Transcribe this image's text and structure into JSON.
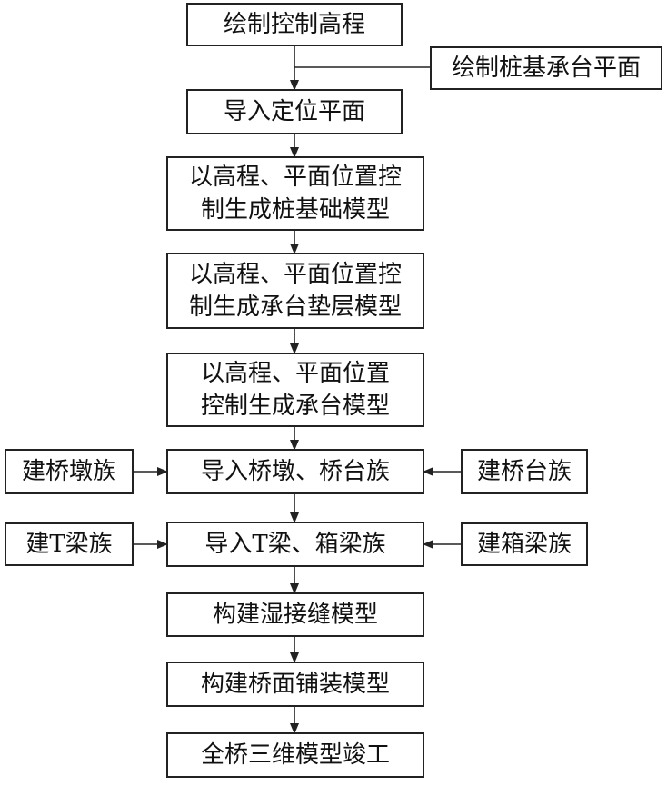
{
  "diagram": {
    "type": "flowchart",
    "colors": {
      "stroke": "#222222",
      "text": "#111111",
      "background": "#ffffff"
    },
    "nodes": [
      {
        "id": "n1",
        "lines": [
          "绘制控制高程"
        ]
      },
      {
        "id": "n2",
        "lines": [
          "绘制桩基承台平面"
        ]
      },
      {
        "id": "n3",
        "lines": [
          "导入定位平面"
        ]
      },
      {
        "id": "n4",
        "lines": [
          "以高程、平面位置控",
          "制生成桩基础模型"
        ]
      },
      {
        "id": "n5",
        "lines": [
          "以高程、平面位置控",
          "制生成承台垫层模型"
        ]
      },
      {
        "id": "n6",
        "lines": [
          "以高程、平面位置",
          "控制生成承台模型"
        ]
      },
      {
        "id": "n7",
        "lines": [
          "建桥墩族"
        ]
      },
      {
        "id": "n8",
        "lines": [
          "导入桥墩、桥台族"
        ]
      },
      {
        "id": "n9",
        "lines": [
          "建桥台族"
        ]
      },
      {
        "id": "n10",
        "lines": [
          "建T梁族"
        ]
      },
      {
        "id": "n11",
        "lines": [
          "导入T梁、箱梁族"
        ]
      },
      {
        "id": "n12",
        "lines": [
          "建箱梁族"
        ]
      },
      {
        "id": "n13",
        "lines": [
          "构建湿接缝模型"
        ]
      },
      {
        "id": "n14",
        "lines": [
          "构建桥面铺装模型"
        ]
      },
      {
        "id": "n15",
        "lines": [
          "全桥三维模型竣工"
        ]
      }
    ],
    "edges": [
      {
        "from": "n1",
        "to": "n3"
      },
      {
        "from": "n2",
        "to": "n3"
      },
      {
        "from": "n3",
        "to": "n4"
      },
      {
        "from": "n4",
        "to": "n5"
      },
      {
        "from": "n5",
        "to": "n6"
      },
      {
        "from": "n6",
        "to": "n8"
      },
      {
        "from": "n7",
        "to": "n8"
      },
      {
        "from": "n9",
        "to": "n8"
      },
      {
        "from": "n8",
        "to": "n11"
      },
      {
        "from": "n10",
        "to": "n11"
      },
      {
        "from": "n12",
        "to": "n11"
      },
      {
        "from": "n11",
        "to": "n13"
      },
      {
        "from": "n13",
        "to": "n14"
      },
      {
        "from": "n14",
        "to": "n15"
      }
    ]
  }
}
